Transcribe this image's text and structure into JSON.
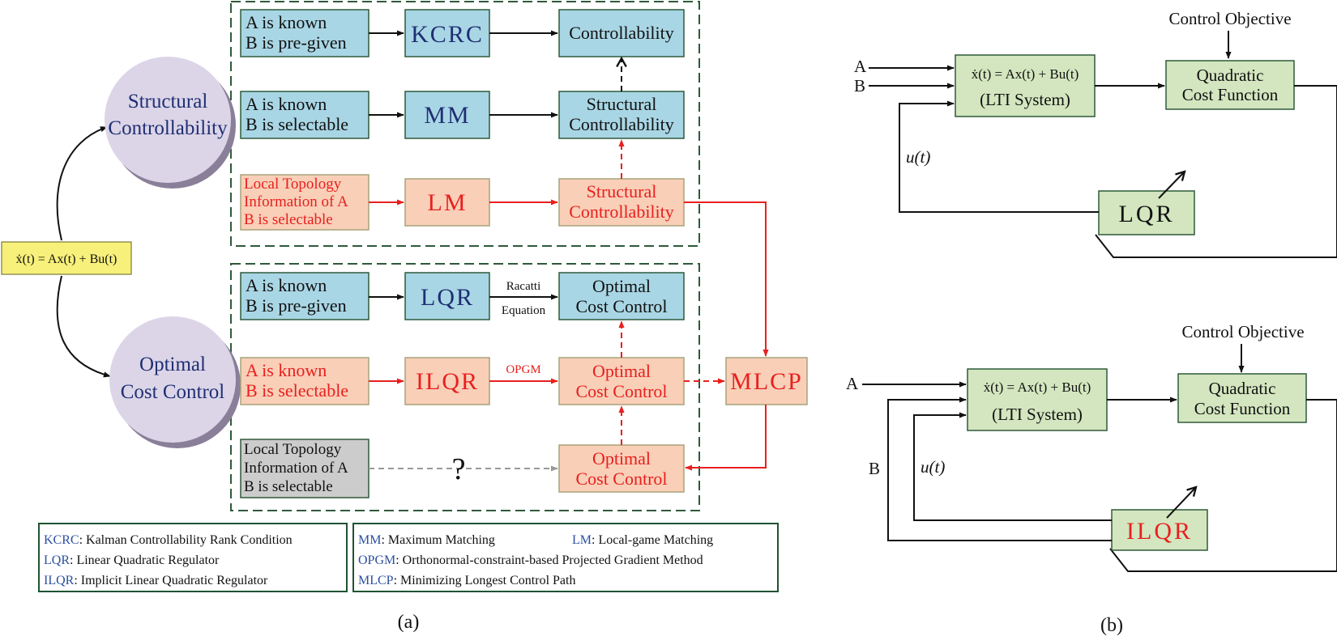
{
  "panel_a": {
    "equation": "ẋ(t) = Ax(t) + Bu(t)",
    "circle_structural": [
      "Structural",
      "Controllability"
    ],
    "circle_optimal": [
      "Optimal",
      "Cost Control"
    ],
    "row1": {
      "input": [
        "A is known",
        "B is pre-given"
      ],
      "method": "KCRC",
      "output": [
        "Controllability"
      ]
    },
    "row2": {
      "input": [
        "A is known",
        "B is selectable"
      ],
      "method": "MM",
      "output": [
        "Structural",
        "Controllability"
      ]
    },
    "row3": {
      "input": [
        "Local Topology",
        "Information of A",
        "B is selectable"
      ],
      "method": "LM",
      "output": [
        "Structural",
        "Controllability"
      ]
    },
    "row4": {
      "input": [
        "A is known",
        "B is pre-given"
      ],
      "method": "LQR",
      "arrow_label": [
        "Racatti",
        "Equation"
      ],
      "output": [
        "Optimal",
        "Cost Control"
      ]
    },
    "row5": {
      "input": [
        "A is known",
        "B is selectable"
      ],
      "method": "ILQR",
      "arrow_label": "OPGM",
      "output": [
        "Optimal",
        "Cost Control"
      ]
    },
    "row6": {
      "input": [
        "Local Topology",
        "Information of A",
        "B is selectable"
      ],
      "question": "?",
      "output": [
        "Optimal",
        "Cost Control"
      ]
    },
    "mlcp": "MLCP",
    "legend_left": [
      {
        "abbr": "KCRC",
        "text": ": Kalman Controllability Rank Condition"
      },
      {
        "abbr": "LQR",
        "text": ": Linear Quadratic Regulator"
      },
      {
        "abbr": "ILQR",
        "text": ": Implicit Linear Quadratic Regulator"
      }
    ],
    "legend_right": [
      {
        "abbr": "MM",
        "text": ": Maximum Matching"
      },
      {
        "abbr": "LM",
        "text": ": Local-game Matching"
      },
      {
        "abbr": "OPGM",
        "text": ": Orthonormal-constraint-based Projected Gradient Method"
      },
      {
        "abbr": "MLCP",
        "text": ": Minimizing Longest Control Path"
      }
    ],
    "caption": "(a)"
  },
  "panel_b": {
    "top": {
      "objective": "Control Objective",
      "in_a": "A",
      "in_b": "B",
      "system_eq": "ẋ(t) = Ax(t) + Bu(t)",
      "system_label": "(LTI System)",
      "cost": [
        "Quadratic",
        "Cost Function"
      ],
      "u_label": "u(t)",
      "controller": "LQR"
    },
    "bottom": {
      "objective": "Control Objective",
      "in_a": "A",
      "in_b": "B",
      "system_eq": "ẋ(t) = Ax(t) + Bu(t)",
      "system_label": "(LTI System)",
      "cost": [
        "Quadratic",
        "Cost Function"
      ],
      "u_label": "u(t)",
      "controller": "ILQR"
    },
    "caption": "(b)"
  }
}
